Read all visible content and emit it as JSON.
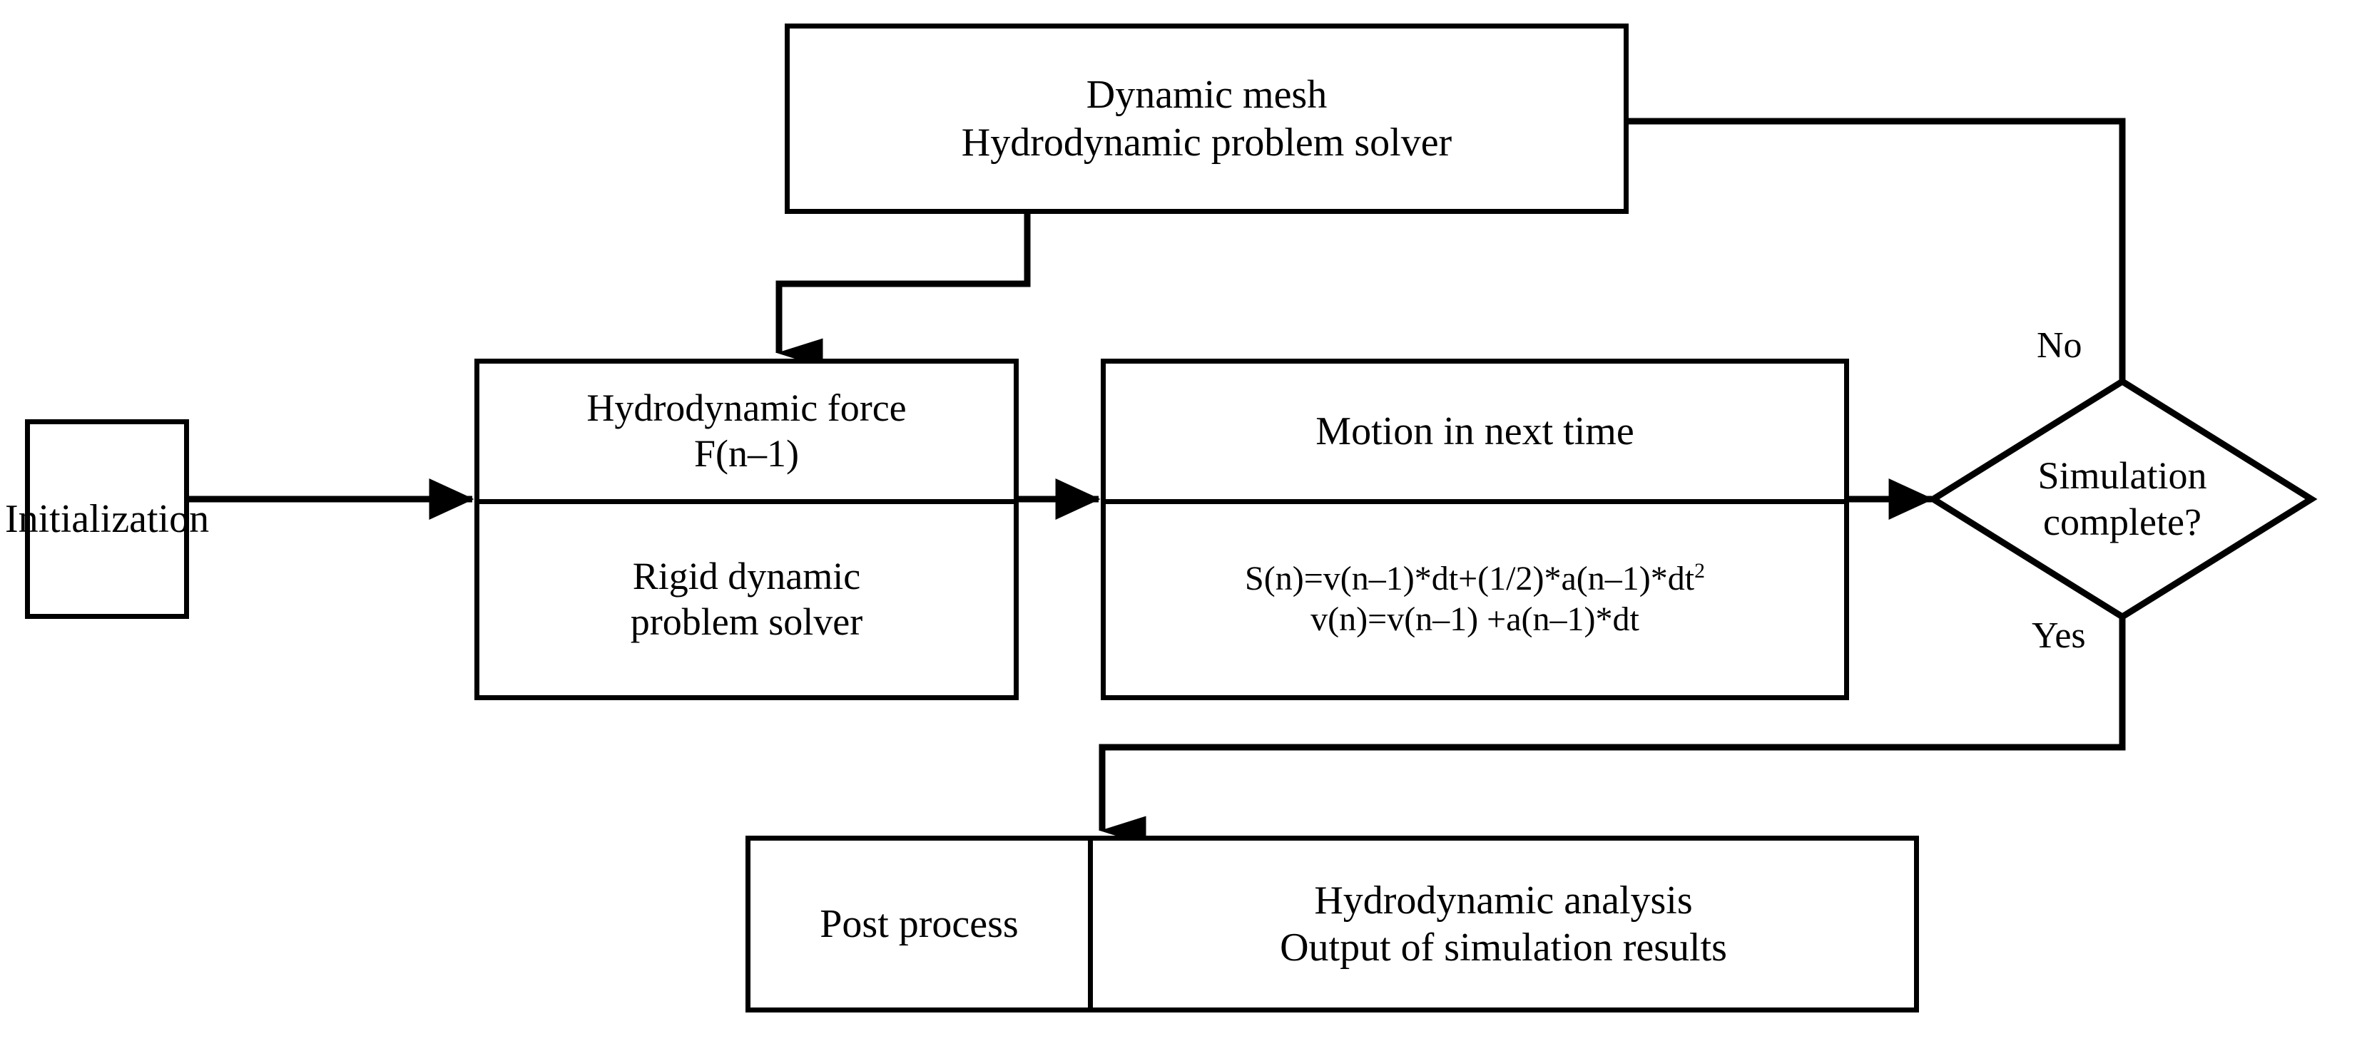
{
  "diagram": {
    "title": "Fluid-structure interaction simulation flowchart",
    "stroke_color": "#000000",
    "background_color": "#ffffff"
  },
  "nodes": {
    "dynamic_mesh": {
      "line1": "Dynamic mesh",
      "line2": "Hydrodynamic problem solver"
    },
    "initialization": {
      "label": "Initialization"
    },
    "hydrodynamic_force": {
      "top_line1": "Hydrodynamic force",
      "top_line2": "F(n–1)",
      "bottom_line1": "Rigid dynamic",
      "bottom_line2": "problem solver"
    },
    "motion_next_time": {
      "title": "Motion in next time",
      "formula1_pre": "S(n)=v(n–1)*dt+(1/2)*a(n–1)*dt",
      "formula1_exp": "2",
      "formula2": "v(n)=v(n–1) +a(n–1)*dt"
    },
    "decision": {
      "line1": "Simulation",
      "line2": "complete?"
    },
    "post_process": {
      "left_label": "Post process",
      "right_line1": "Hydrodynamic analysis",
      "right_line2": "Output of simulation results"
    }
  },
  "edges": {
    "no_label": "No",
    "yes_label": "Yes"
  }
}
